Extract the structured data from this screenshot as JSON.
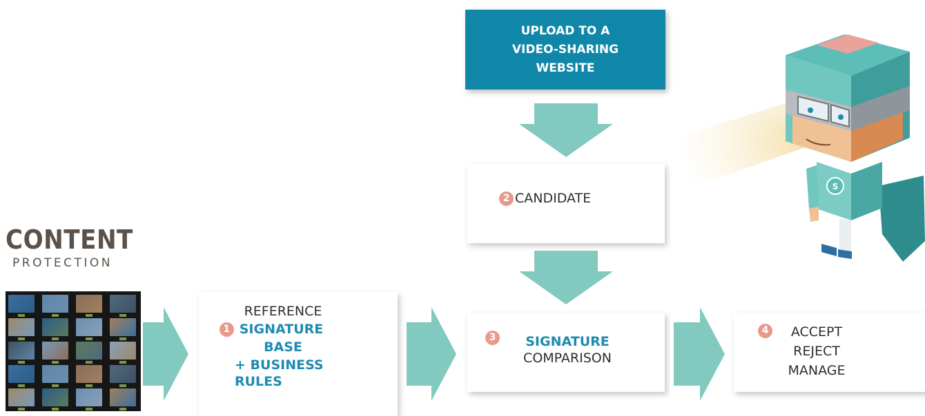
{
  "title": {
    "main": "CONTENT",
    "sub": "PROTECTION"
  },
  "colors": {
    "arrow": "#82c9c0",
    "upload_box": "#1087a8",
    "accent_blue": "#1d8bb1",
    "number_badge": "#e8998a",
    "title_text": "#5b5149"
  },
  "upload": {
    "lines": [
      "UPLOAD TO A",
      "VIDEO-SHARING",
      "WEBSITE"
    ]
  },
  "candidate": {
    "number": "2",
    "label": "CANDIDATE"
  },
  "reference": {
    "number": "1",
    "line1": "REFERENCE",
    "line2": "SIGNATURE",
    "line3": "BASE",
    "line4": "+ BUSINESS RULES"
  },
  "comparison": {
    "number": "3",
    "line1": "SIGNATURE",
    "line2": "COMPARISON"
  },
  "decision": {
    "number": "4",
    "lines": [
      "ACCEPT",
      "REJECT",
      "MANAGE"
    ]
  },
  "icons": {
    "hero": "superhero-mascot-icon",
    "thumbnail_wall": "video-thumbnail-wall"
  }
}
